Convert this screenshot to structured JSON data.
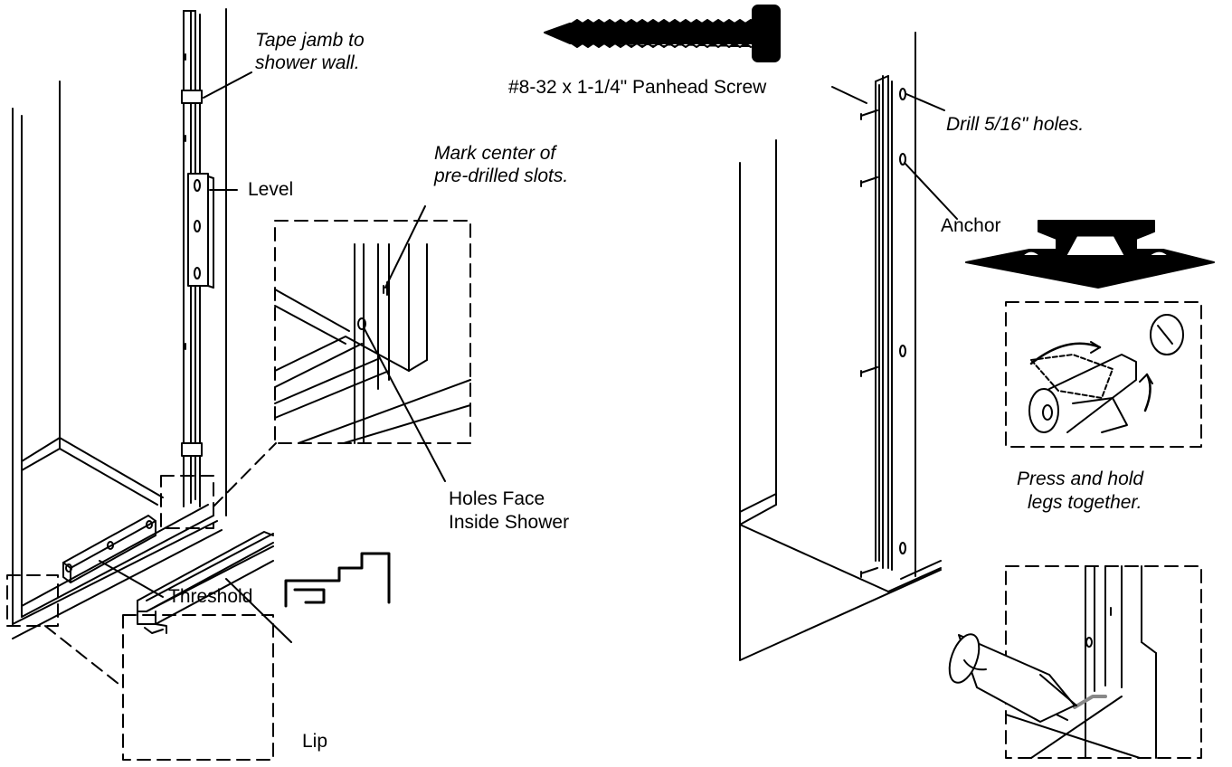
{
  "labels": {
    "tape_jamb_1": "Tape jamb to",
    "tape_jamb_2": "shower wall.",
    "screw": "#8-32 x 1-1/4\" Panhead Screw",
    "drill": "Drill 5/16\" holes.",
    "mark_center_1": "Mark center of",
    "mark_center_2": "pre-drilled slots.",
    "level": "Level",
    "anchor": "Anchor",
    "holes_face_1": "Holes Face",
    "holes_face_2": "Inside Shower",
    "press_hold_1": "Press and hold",
    "press_hold_2": "legs together.",
    "threshold": "Threshold",
    "lip": "Lip"
  },
  "colors": {
    "line": "#000000",
    "sealant": "#888888",
    "background": "#ffffff"
  },
  "icons": [
    "panhead-screw-icon",
    "wall-anchor-icon",
    "threshold-profile-icon",
    "sealant-tube-icon",
    "level-tool-icon"
  ]
}
